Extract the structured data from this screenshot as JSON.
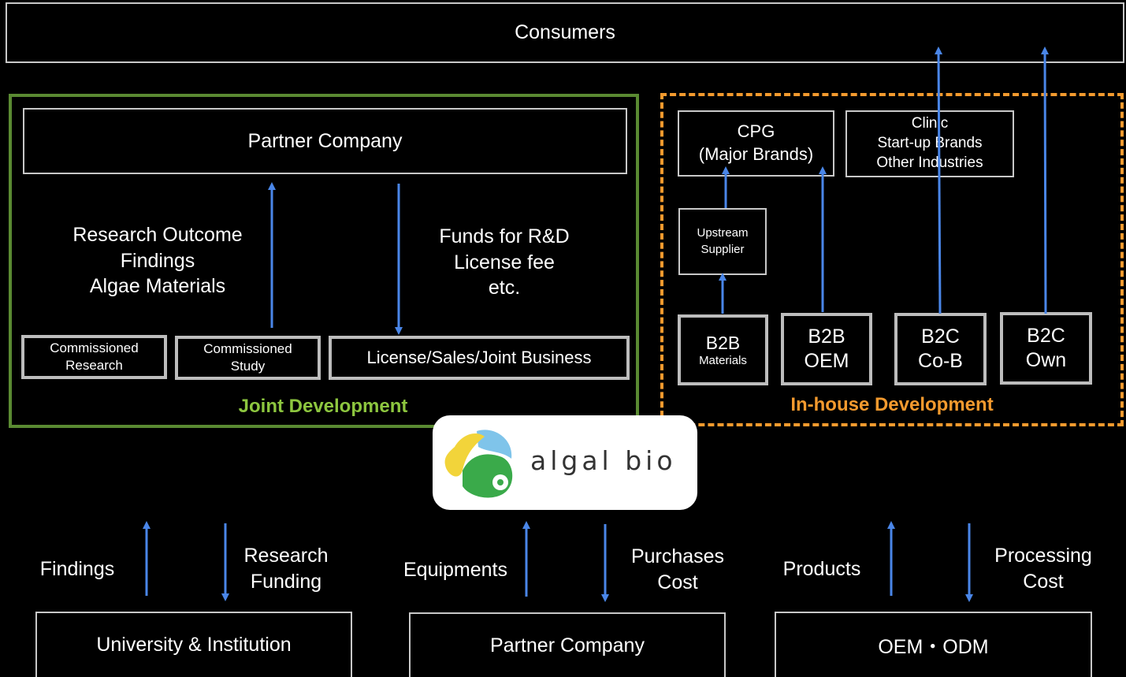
{
  "consumers": "Consumers",
  "joint": {
    "section_label": "Joint Development",
    "partner_company": "Partner Company",
    "research_outcome": "Research Outcome\nFindings\nAlgae Materials",
    "funds": "Funds for R&D\nLicense fee\netc.",
    "commissioned_research": "Commissioned\nResearch",
    "commissioned_study": "Commissioned\nStudy",
    "license_business": "License/Sales/Joint Business"
  },
  "inhouse": {
    "section_label": "In-house Development",
    "cpg": "CPG\n(Major Brands)",
    "clinic": "Clinic\nStart-up Brands\nOther Industries",
    "upstream_supplier": "Upstream\nSupplier",
    "b2b_materials_title": "B2B",
    "b2b_materials_sub": "Materials",
    "b2b_oem": "B2B\nOEM",
    "b2c_cob": "B2C\nCo-B",
    "b2c_own": "B2C\nOwn"
  },
  "logo": {
    "text": "algal bio"
  },
  "bottom": {
    "findings": "Findings",
    "research_funding": "Research\nFunding",
    "equipments": "Equipments",
    "purchases_cost": "Purchases\nCost",
    "products": "Products",
    "processing_cost": "Processing\nCost",
    "university": "University & Institution",
    "partner_company": "Partner Company",
    "oem_odm": "OEM・ODM"
  },
  "colors": {
    "joint_green": "#5a8a32",
    "joint_label": "#8dc63f",
    "inhouse_orange": "#f39a2e",
    "arrow_blue": "#4a86e8",
    "box_border": "#c8c8c8"
  }
}
